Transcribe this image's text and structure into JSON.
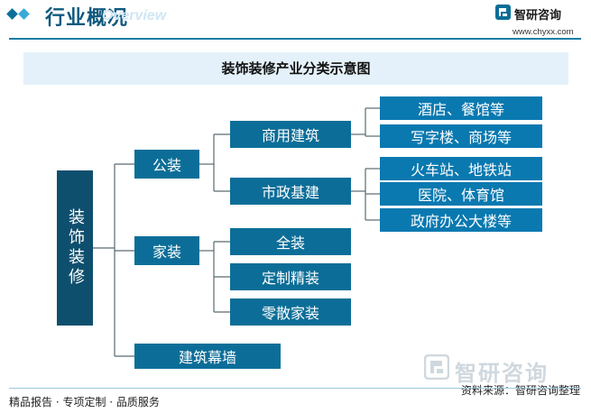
{
  "header": {
    "title": "行业概况",
    "subtitle": "Overview",
    "brand": "智研咨询",
    "url": "www.chyxx.com"
  },
  "diagram": {
    "title": "装饰装修产业分类示意图",
    "root": "装饰装修",
    "level1": {
      "public": "公装",
      "home": "家装",
      "curtain_wall": "建筑幕墙"
    },
    "level2": {
      "commercial": "商用建筑",
      "municipal": "市政基建",
      "full": "全装",
      "custom": "定制精装",
      "scattered": "零散家装"
    },
    "level3": {
      "hotel": "酒店、餐馆等",
      "office": "写字楼、商场等",
      "station": "火车站、地铁站",
      "hospital": "医院、体育馆",
      "government": "政府办公大楼等"
    }
  },
  "footer": {
    "left": "精品报告 · 专项定制 · 品质服务",
    "source": "资料来源：智研咨询整理"
  },
  "watermark": {
    "text": "智研咨询"
  },
  "colors": {
    "primary": "#0c6e98",
    "dark": "#0f4f6e",
    "title_bar": "#e4f1fa",
    "connector": "#5a6a72"
  }
}
